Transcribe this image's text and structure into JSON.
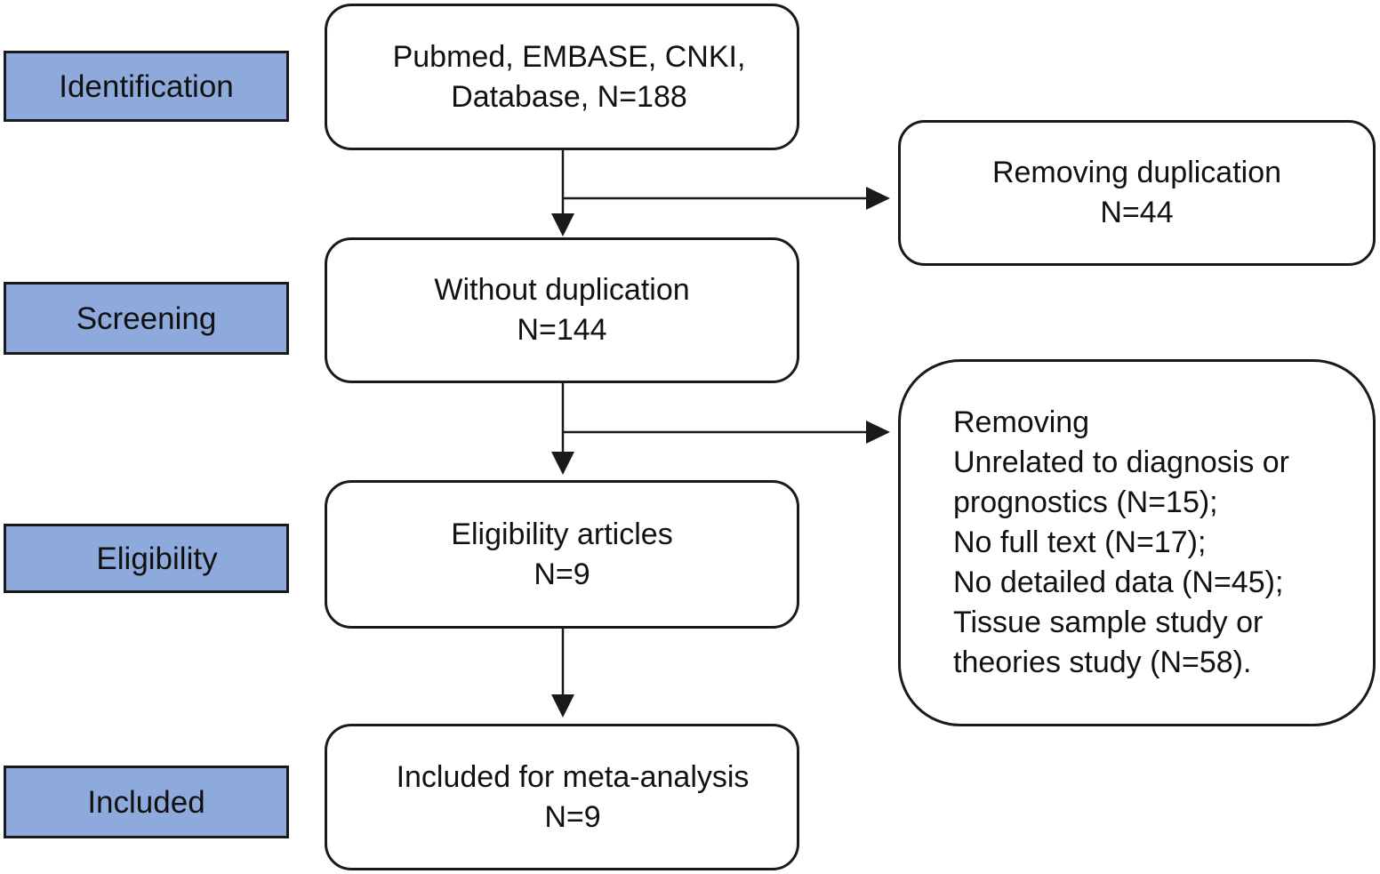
{
  "stages": {
    "identification": "Identification",
    "screening": "Screening",
    "eligibility": "Eligibility",
    "included": "Included"
  },
  "boxes": {
    "records": {
      "line1": "Pubmed, EMBASE, CNKI,",
      "line2": "Database, N=188"
    },
    "duplicates": {
      "line1": "Removing duplication",
      "line2": "N=44"
    },
    "without_duplication": {
      "line1": "Without duplication",
      "line2": "N=144"
    },
    "excluded": {
      "lines": [
        "Removing",
        "Unrelated to diagnosis or",
        "prognostics (N=15);",
        "No full text (N=17);",
        "No detailed data (N=45);",
        "Tissue sample study or",
        "theories study (N=58)."
      ]
    },
    "eligible": {
      "line1": "Eligibility articles",
      "line2": "N=9"
    },
    "included": {
      "line1": "Included for meta-analysis",
      "line2": "N=9"
    }
  },
  "colors": {
    "stage_fill": "#8ea9db",
    "border": "#1a1a1a",
    "box_fill": "#ffffff"
  }
}
